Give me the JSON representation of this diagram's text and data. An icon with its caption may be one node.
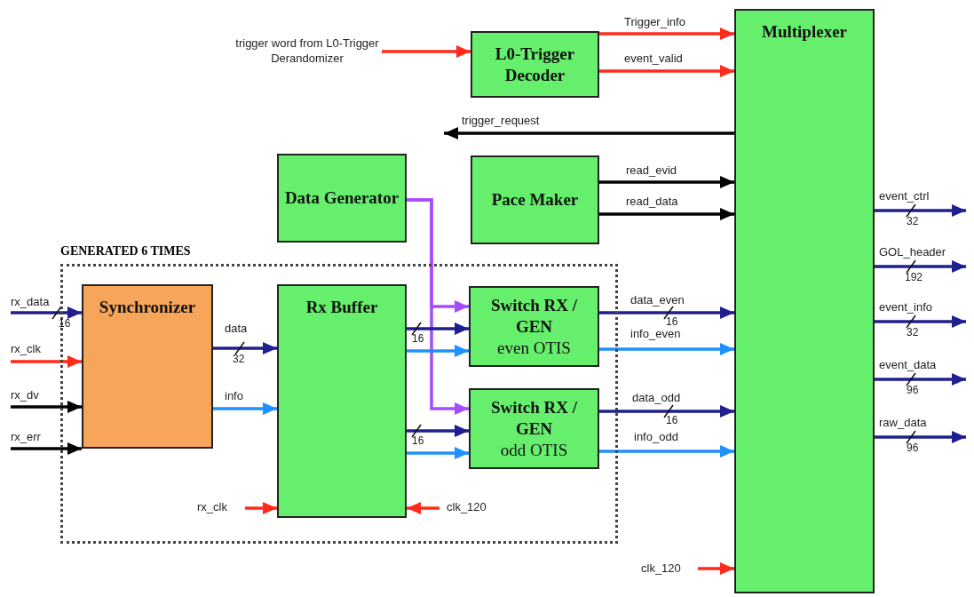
{
  "diagram": {
    "nodes": [
      {
        "text": [
          "trigger word from L0-Trigger Derandomizer"
        ]
      },
      {
        "text": [
          "L0-Trigger Decoder"
        ]
      },
      {
        "text": [
          "Multiplexer"
        ]
      },
      {
        "text": [
          "Data Generator"
        ]
      },
      {
        "text": [
          "Pace Maker"
        ]
      },
      {
        "text": [
          "GENERATED 6 TIMES"
        ]
      },
      {
        "text": [
          "Synchronizer"
        ],
        "in": 5
      },
      {
        "text": [
          "Rx Buffer"
        ],
        "in": 5
      },
      {
        "text": [
          "Switch RX / GEN",
          "even OTIS"
        ],
        "in": 5
      },
      {
        "text": [
          "Switch RX / GEN",
          "odd OTIS"
        ],
        "in": 5
      }
    ],
    "edges": [
      {
        "from": 0,
        "to": 1,
        "arrow": "to",
        "color": "#ff2a1a"
      },
      {
        "from": 1,
        "to": 2,
        "arrow": "to",
        "label": "Trigger_info",
        "color": "#ff2a1a"
      },
      {
        "from": 1,
        "to": 2,
        "arrow": "to",
        "label": "event_valid",
        "color": "#ff2a1a"
      },
      {
        "from": 2,
        "to": null,
        "arrow": "to",
        "label": "trigger_request",
        "color": "#000000"
      },
      {
        "from": 4,
        "to": 2,
        "arrow": "to",
        "label": "read_evid",
        "color": "#000000"
      },
      {
        "from": 4,
        "to": 2,
        "arrow": "to",
        "label": "read_data",
        "color": "#000000"
      },
      {
        "from": 3,
        "to": 8,
        "arrow": "to",
        "color": "#a64cff"
      },
      {
        "from": 3,
        "to": 9,
        "arrow": "to",
        "color": "#a64cff"
      },
      {
        "from": null,
        "to": 6,
        "arrow": "to",
        "label": "rx_data"
      },
      {
        "from": null,
        "to": 6,
        "arrow": "to",
        "label": "rx_clk",
        "color": "#ff2a1a"
      },
      {
        "from": null,
        "to": 6,
        "arrow": "to",
        "label": "rx_dv",
        "color": "#000000"
      },
      {
        "from": null,
        "to": 6,
        "arrow": "to",
        "label": "rx_err",
        "color": "#000000"
      },
      {
        "from": 6,
        "to": 7,
        "arrow": "to",
        "label": "data"
      },
      {
        "from": 6,
        "to": 7,
        "arrow": "to",
        "label": "info",
        "color": "#1e90ff"
      },
      {
        "from": 7,
        "to": 8,
        "arrow": "to"
      },
      {
        "from": 7,
        "to": 8,
        "arrow": "to",
        "color": "#1e90ff"
      },
      {
        "from": 7,
        "to": 9,
        "arrow": "to"
      },
      {
        "from": 7,
        "to": 9,
        "arrow": "to",
        "color": "#1e90ff"
      },
      {
        "from": 8,
        "to": 2,
        "arrow": "to",
        "label": "data_even"
      },
      {
        "from": 8,
        "to": 2,
        "arrow": "to",
        "label": "info_even",
        "color": "#1e90ff"
      },
      {
        "from": 9,
        "to": 2,
        "arrow": "to",
        "label": "data_odd"
      },
      {
        "from": 9,
        "to": 2,
        "arrow": "to",
        "label": "info_odd",
        "color": "#1e90ff"
      },
      {
        "from": null,
        "to": 7,
        "arrow": "to",
        "label": "rx_clk",
        "color": "#ff2a1a"
      },
      {
        "from": null,
        "to": 7,
        "arrow": "to",
        "label": "clk_120",
        "color": "#ff2a1a"
      },
      {
        "from": null,
        "to": 2,
        "arrow": "to",
        "label": "clk_120",
        "color": "#ff2a1a"
      },
      {
        "from": 2,
        "to": null,
        "arrow": "to",
        "label": "event_ctrl"
      },
      {
        "from": 2,
        "to": null,
        "arrow": "to",
        "label": "GOL_header"
      },
      {
        "from": 2,
        "to": null,
        "arrow": "to",
        "label": "event_info"
      },
      {
        "from": 2,
        "to": null,
        "arrow": "to",
        "label": "event_data"
      },
      {
        "from": 2,
        "to": null,
        "arrow": "to",
        "label": "raw_data"
      }
    ],
    "labels": [
      "16",
      "32",
      "16",
      "16",
      "16",
      "16",
      "32",
      "192",
      "32",
      "96",
      "96"
    ]
  }
}
